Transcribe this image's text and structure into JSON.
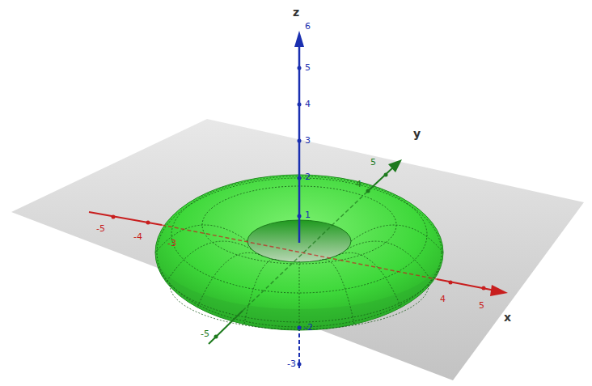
{
  "diagram": {
    "labels": [
      "z",
      "6",
      "5",
      "4",
      "3",
      "2",
      "1",
      "-2",
      "-3",
      "y",
      "5",
      "4",
      "-5",
      "x",
      "5",
      "4",
      "-5",
      "-4",
      "-3"
    ]
  }
}
